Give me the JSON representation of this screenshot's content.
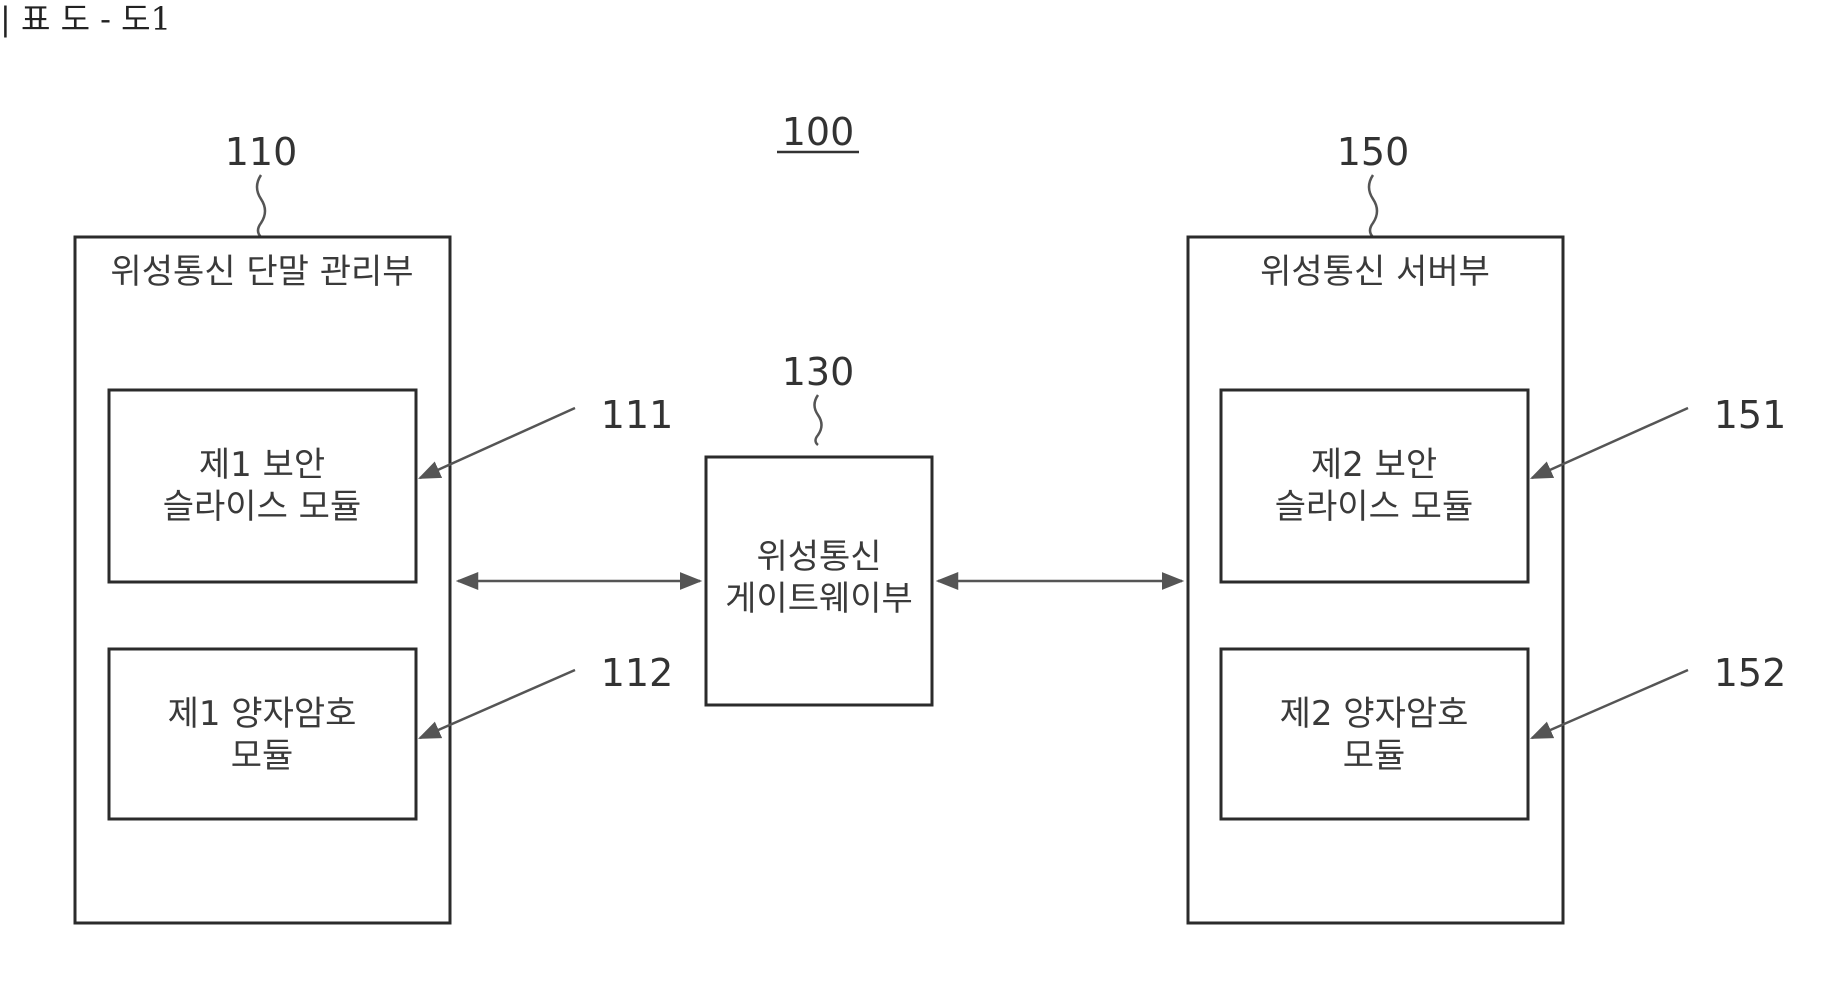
{
  "header": "| 표 도 - 도1",
  "system_number": "100",
  "left_unit": {
    "number": "110",
    "label": "위성통신 단말 관리부",
    "modules": [
      {
        "number": "111",
        "lines": [
          "제1 보안",
          "슬라이스 모듈"
        ]
      },
      {
        "number": "112",
        "lines": [
          "제1 양자암호",
          "모듈"
        ]
      }
    ]
  },
  "gateway": {
    "number": "130",
    "lines": [
      "위성통신",
      "게이트웨이부"
    ]
  },
  "right_unit": {
    "number": "150",
    "label": "위성통신 서버부",
    "modules": [
      {
        "number": "151",
        "lines": [
          "제2 보안",
          "슬라이스 모듈"
        ]
      },
      {
        "number": "152",
        "lines": [
          "제2 양자암호",
          "모듈"
        ]
      }
    ]
  }
}
